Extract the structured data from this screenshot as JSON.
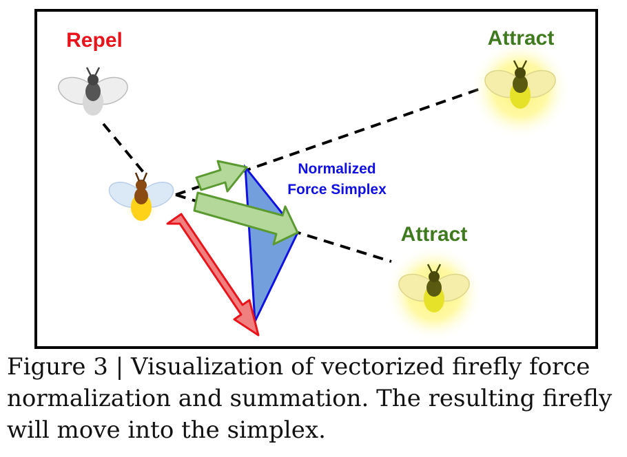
{
  "diagram": {
    "labels": {
      "repel": "Repel",
      "attract_top": "Attract",
      "attract_bottom": "Attract",
      "simplex_line1": "Normalized",
      "simplex_line2": "Force Simplex"
    },
    "colors": {
      "repel": "#e8141c",
      "attract": "#3f7a1f",
      "simplex_text": "#1010e0",
      "simplex_fill": "#5b8fd6",
      "repel_arrow_fill": "#f07f80",
      "attract_arrow_fill": "#b4d89a",
      "attract_arrow_stroke": "#5a9a30",
      "glow": "#fff27a"
    },
    "icons": {
      "repel_firefly": "firefly-dim-icon",
      "center_firefly": "firefly-glowing-icon",
      "attract_firefly_top": "firefly-bright-icon",
      "attract_firefly_bottom": "firefly-bright-icon"
    }
  },
  "caption": "Figure 3 | Visualization of vectorized firefly force normalization and summation. The resulting firefly will move into the simplex."
}
